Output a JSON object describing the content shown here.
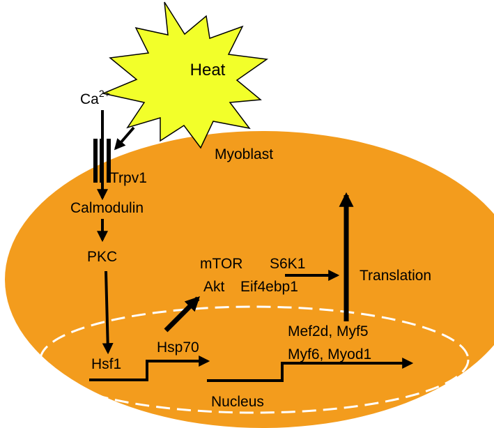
{
  "colors": {
    "cell": "#F39C1D",
    "starburst": "#F2FF2A",
    "nucleus_outline": "#FFFFFF",
    "ink": "#000000"
  },
  "stimulus": {
    "label": "Heat"
  },
  "ion": {
    "symbol": "Ca",
    "charge": "2+"
  },
  "cell": {
    "label": "Myoblast"
  },
  "channel": {
    "label": "Trpv1"
  },
  "pathway": {
    "calmodulin": "Calmodulin",
    "pkc": "PKC",
    "hsf1": "Hsf1",
    "hsp70": "Hsp70",
    "mtor": "mTOR",
    "akt": "Akt",
    "s6k1": "S6K1",
    "eif4ebp1": "Eif4ebp1",
    "translation": "Translation",
    "genes_line1": "Mef2d, Myf5",
    "genes_line2": "Myf6, Myod1"
  },
  "nucleus": {
    "label": "Nucleus"
  }
}
